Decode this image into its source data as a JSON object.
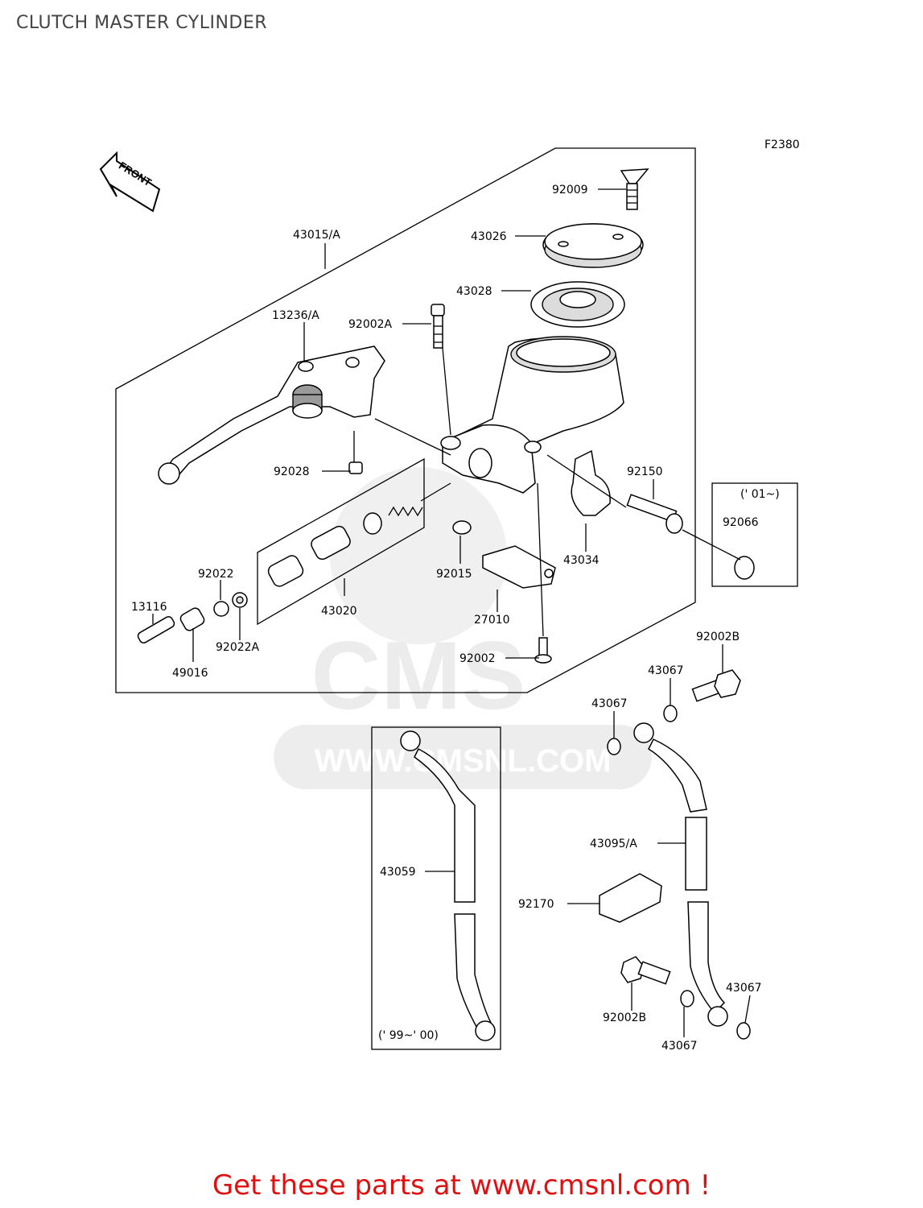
{
  "title": "CLUTCH MASTER CYLINDER",
  "figure_code": "F2380",
  "direction_label": "FRONT",
  "watermark": {
    "brand": "CMS",
    "url": "WWW.CMSNL.COM"
  },
  "parts": {
    "p43015A": "43015/A",
    "p92009": "92009",
    "p43026": "43026",
    "p43028": "43028",
    "p13236A": "13236/A",
    "p92002A": "92002A",
    "p92028": "92028",
    "p92150": "92150",
    "p92066": "92066",
    "p43034": "43034",
    "p92015": "92015",
    "p92022": "92022",
    "p13116": "13116",
    "p43020": "43020",
    "p27010": "27010",
    "p92022A": "92022A",
    "p49016": "49016",
    "p92002": "92002",
    "p92002B_top": "92002B",
    "p43067_a": "43067",
    "p43067_b": "43067",
    "p43095A": "43095/A",
    "p43059": "43059",
    "p92170": "92170",
    "p43067_c": "43067",
    "p92002B_bot": "92002B",
    "p43067_d": "43067"
  },
  "notes": {
    "year_2001": "(' 01~)",
    "year_99_00": "(' 99~' 00)"
  },
  "footer_text": "Get these parts at www.cmsnl.com !",
  "colors": {
    "footer": "#e01010",
    "title": "#444444",
    "watermark": "#e9e9e9"
  }
}
